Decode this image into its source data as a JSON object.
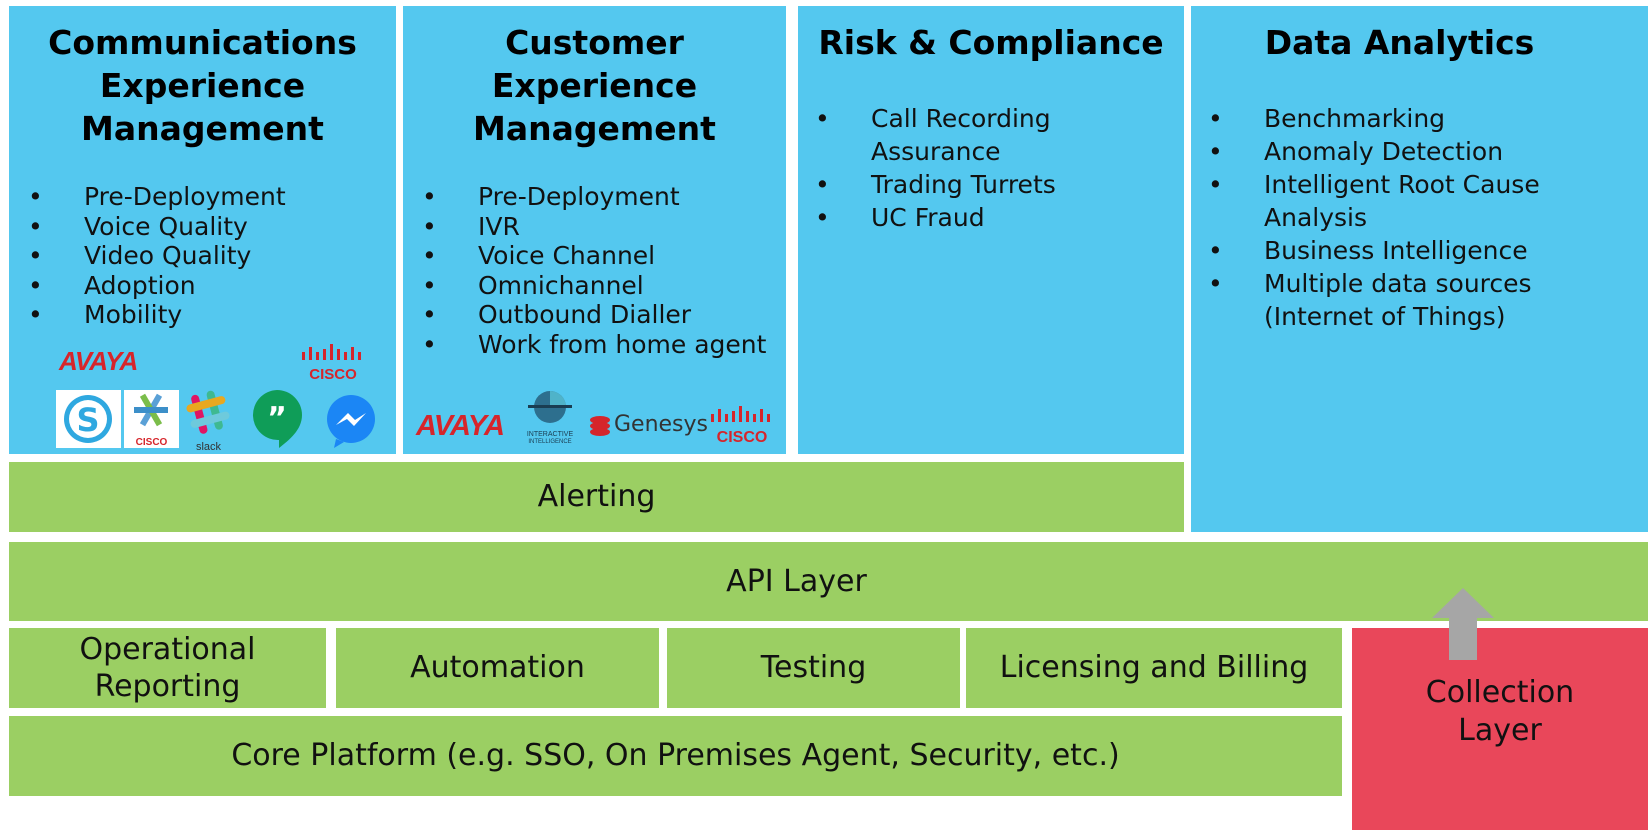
{
  "colors": {
    "blue": "#54c8ef",
    "green": "#9bcf63",
    "red": "#e9475a",
    "arrow": "#a6a6a6"
  },
  "comms": {
    "title_lines": [
      "Communications",
      "Experience",
      "Management"
    ],
    "items": [
      "Pre-Deployment",
      "Voice Quality",
      "Video Quality",
      "Adoption",
      "Mobility"
    ],
    "logos": {
      "avaya": "AVAYA",
      "cisco": "CISCO",
      "cisco_small": "CISCO",
      "slack": "slack"
    }
  },
  "cx": {
    "title_lines": [
      "Customer",
      "Experience",
      "Management"
    ],
    "items": [
      "Pre-Deployment",
      "IVR",
      "Voice Channel",
      "Omnichannel",
      "Outbound Dialler",
      "Work from home agent"
    ],
    "logos": {
      "avaya": "AVAYA",
      "interactive": "INTERACTIVE",
      "interactive2": "INTELLIGENCE",
      "genesys": "Genesys",
      "cisco": "CISCO"
    }
  },
  "risk": {
    "title": "Risk & Compliance",
    "items": [
      "Call Recording Assurance",
      "Trading Turrets",
      "UC Fraud"
    ]
  },
  "analytics": {
    "title": "Data Analytics",
    "items": [
      "Benchmarking",
      "Anomaly Detection",
      "Intelligent Root Cause Analysis",
      "Business Intelligence",
      "Multiple data sources (Internet of Things)"
    ]
  },
  "layers": {
    "alerting": "Alerting",
    "api": "API Layer",
    "operational": [
      "Operational",
      "Reporting"
    ],
    "automation": "Automation",
    "testing": "Testing",
    "licensing": "Licensing and Billing",
    "core": "Core Platform (e.g. SSO, On Premises Agent, Security, etc.)",
    "collection": [
      "Collection",
      "Layer"
    ]
  }
}
